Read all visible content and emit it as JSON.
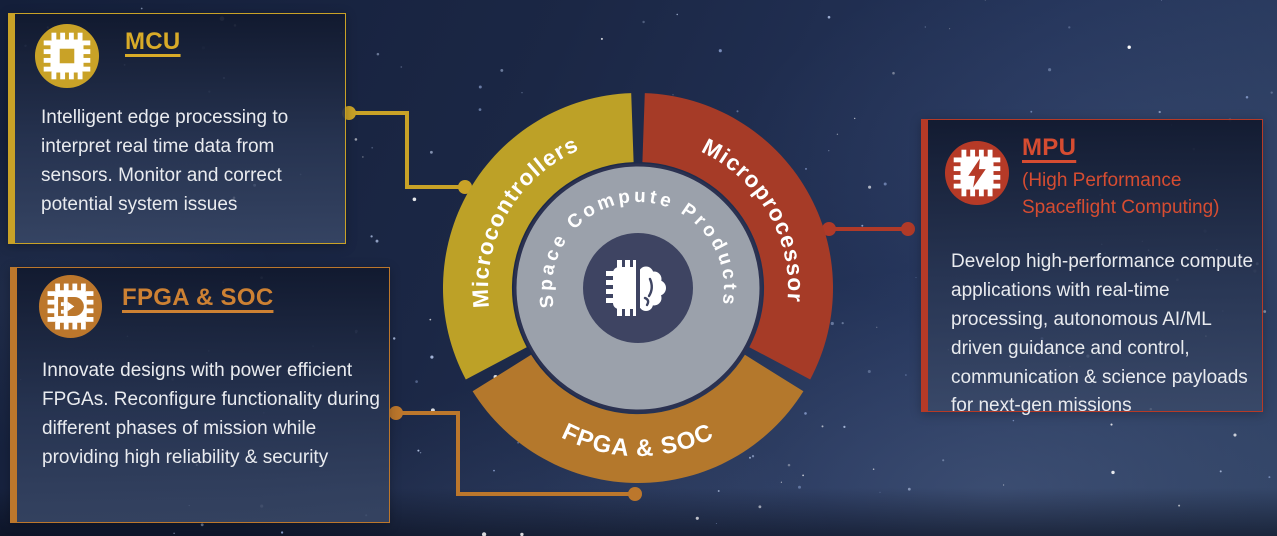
{
  "background": {
    "description": "night sky starfield with faint clouds",
    "star_color": "#cfe0ff"
  },
  "chart_data": {
    "type": "pie",
    "variant": "donut",
    "title": "Space Compute Products",
    "segments": [
      {
        "label": "Microcontrollers",
        "value": 1,
        "share": "1/3",
        "color": "#bda127",
        "start_deg": 92,
        "end_deg": 208
      },
      {
        "label": "Microprocessor",
        "value": 1,
        "share": "1/3",
        "color": "#a63b27",
        "start_deg": -28,
        "end_deg": 88
      },
      {
        "label": "FPGA & SOC",
        "value": 1,
        "share": "1/3",
        "color": "#b4782c",
        "start_deg": 212,
        "end_deg": 328
      }
    ],
    "ring_label_color": "#ffffff",
    "inner_disc_color": "#9ba1ab",
    "inner_disc_outline": "#2b3150",
    "hub_color": "#3e4462",
    "hub_icon": "half-chip-half-brain-icon",
    "legend": "none"
  },
  "callouts": [
    {
      "id": "mcu",
      "title": "MCU",
      "body": "Intelligent edge processing to interpret real time data from sensors. Monitor and correct potential system issues",
      "accent": "#c9a227",
      "title_color": "#d8ab28",
      "icon": "mcu-chip-icon"
    },
    {
      "id": "fpga-soc",
      "title": "FPGA & SOC",
      "body": "Innovate designs with power efficient FPGAs. Reconfigure functionality during different phases of mission while providing high reliability & security",
      "accent": "#bc772c",
      "title_color": "#cd8133",
      "icon": "fpga-chip-icon"
    },
    {
      "id": "mpu",
      "title": "MPU",
      "subtitle": "(High Performance Spaceflight Computing)",
      "body": "Develop high-performance compute applications with real-time processing, autonomous AI/ML driven guidance and control, communication & science payloads for next-gen missions",
      "accent": "#b63a27",
      "title_color": "#d64c31",
      "icon": "mpu-chip-icon"
    }
  ],
  "connectors": [
    {
      "from": "mcu-box",
      "to": "microcontrollers-segment",
      "color": "#c9a227"
    },
    {
      "from": "fpga-soc-box",
      "to": "fpga-soc-segment",
      "color": "#bc772c"
    },
    {
      "from": "microprocessor-segment",
      "to": "mpu-box",
      "color": "#b03a28"
    }
  ]
}
